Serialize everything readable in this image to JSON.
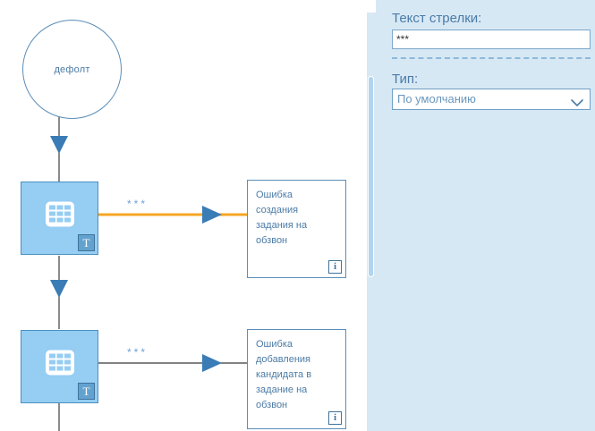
{
  "canvas": {
    "start_node": {
      "label": "дефолт"
    },
    "tasks": [
      {
        "icon": "table-grid-icon",
        "badge": "T"
      },
      {
        "icon": "table-grid-icon",
        "badge": "T"
      }
    ],
    "notes": [
      {
        "text": "Ошибка\nсоздания\nзадания на\nобзвон",
        "info": "i"
      },
      {
        "text": "Ошибка\nдобавления\nкандидата в\nзадание на\nобзвон",
        "info": "i"
      }
    ],
    "edge_labels": [
      "***",
      "***"
    ],
    "colors": {
      "task_fill": "#95cdf3",
      "task_stroke": "#4a8fc0",
      "note_stroke": "#5b8db8",
      "text_blue": "#4b7ba6",
      "edge_default": "#595959",
      "edge_selected": "#f5a623",
      "arrowhead": "#3a7cb5"
    }
  },
  "panel": {
    "arrow_text": {
      "label": "Текст стрелки:",
      "value": "***",
      "placeholder": ""
    },
    "type": {
      "label": "Тип:",
      "selected": "По умолчанию",
      "options": [
        "По умолчанию"
      ],
      "chevron": "chevron-down-icon"
    },
    "colors": {
      "background": "#d7e8f5",
      "handle": "#b2d5ee",
      "divider": "#8cbadb"
    }
  }
}
